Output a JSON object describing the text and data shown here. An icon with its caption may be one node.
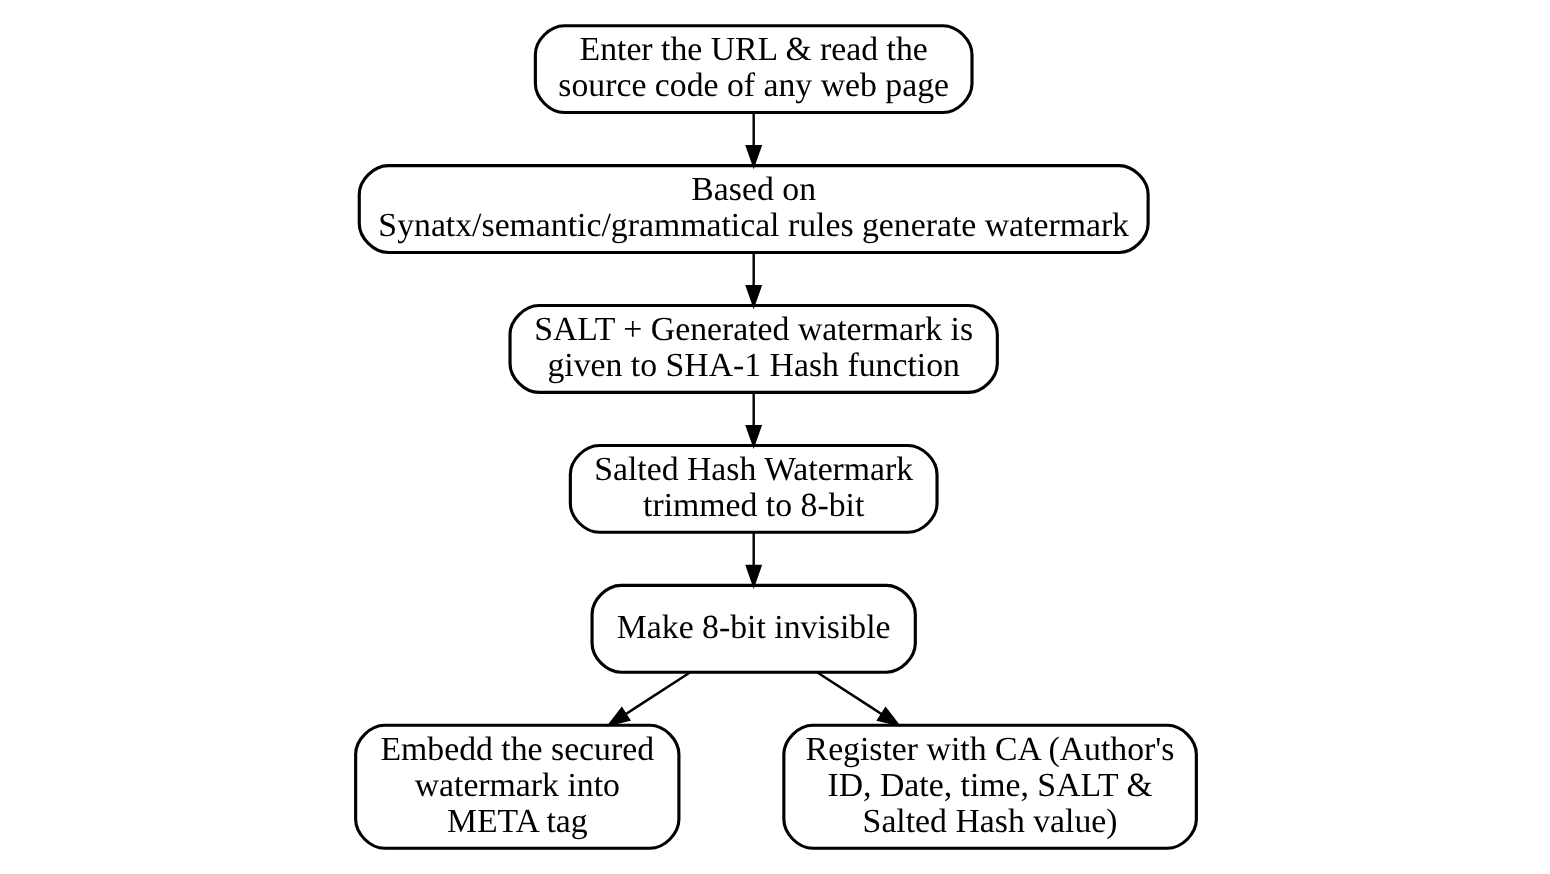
{
  "diagram": {
    "nodes": [
      {
        "text": [
          "Enter the URL & read the source code of any web page"
        ]
      },
      {
        "text": [
          "Based on Synatx/semantic/grammatical rules generate watermark"
        ]
      },
      {
        "text": [
          "SALT + Generated watermark is given to SHA-1 Hash function"
        ]
      },
      {
        "text": [
          "Salted Hash Watermark trimmed to 8-bit"
        ]
      },
      {
        "text": [
          "Make 8-bit invisible"
        ]
      },
      {
        "text": [
          "Embedd the secured watermark into META tag"
        ]
      },
      {
        "text": [
          "Register with CA (Author's ID, Date, time, SALT & Salted Hash value)"
        ]
      }
    ],
    "edges": [
      {
        "from": 0,
        "to": 1,
        "arrow": "to"
      },
      {
        "from": 1,
        "to": 2,
        "arrow": "to"
      },
      {
        "from": 2,
        "to": 3,
        "arrow": "to"
      },
      {
        "from": 3,
        "to": 4,
        "arrow": "to"
      },
      {
        "from": 4,
        "to": 5,
        "arrow": "to"
      },
      {
        "from": 4,
        "to": 6,
        "arrow": "to"
      }
    ]
  }
}
